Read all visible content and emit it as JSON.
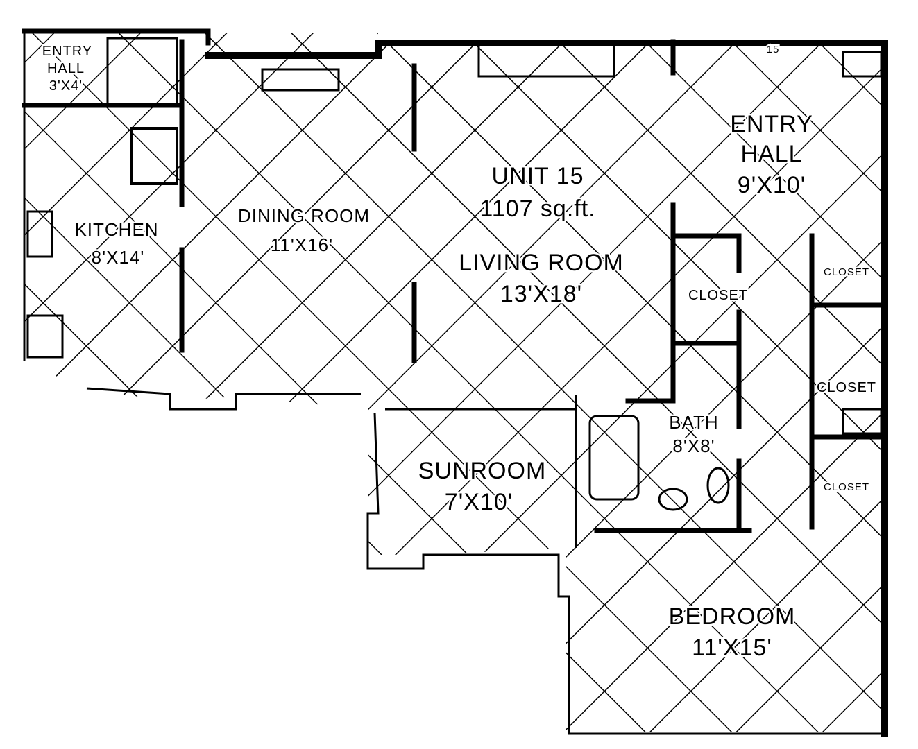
{
  "plan": {
    "unit": {
      "name": "UNIT 15",
      "area": "1107 sq.ft."
    },
    "unit_marker": "15",
    "rooms": [
      {
        "name": "ENTRY",
        "name2": "HALL",
        "size": "3'X4'"
      },
      {
        "name": "KITCHEN",
        "size": "8'X14'"
      },
      {
        "name": "DINING ROOM",
        "size": "11'X16'"
      },
      {
        "name": "LIVING ROOM",
        "size": "13'X18'"
      },
      {
        "name": "ENTRY",
        "name2": "HALL",
        "size": "9'X10'"
      },
      {
        "name": "CLOSET"
      },
      {
        "name": "CLOSET"
      },
      {
        "name": "CLOSET"
      },
      {
        "name": "CLOSET"
      },
      {
        "name": "BATH",
        "size": "8'X8'"
      },
      {
        "name": "SUNROOM",
        "size": "7'X10'"
      },
      {
        "name": "BEDROOM",
        "size": "11'X15'"
      }
    ]
  }
}
